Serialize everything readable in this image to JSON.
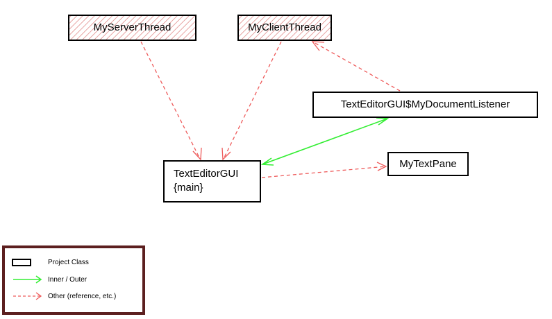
{
  "classes": {
    "my_server_thread": "MyServerThread",
    "my_client_thread": "MyClientThread",
    "document_listener": "TextEditorGUI$MyDocumentListener",
    "text_editor_gui": "TextEditorGUI",
    "text_editor_gui_stereotype": "{main}",
    "my_text_pane": "MyTextPane"
  },
  "legend": {
    "project_class": "Project Class",
    "inner_outer": "Inner / Outer",
    "other": "Other (reference, etc.)"
  },
  "colors": {
    "reference_arrow": "#ee5a5a",
    "inner_outer_arrow": "#33ee33",
    "hatch": "#e9aaa9",
    "legend_border": "#5c1f1f"
  }
}
